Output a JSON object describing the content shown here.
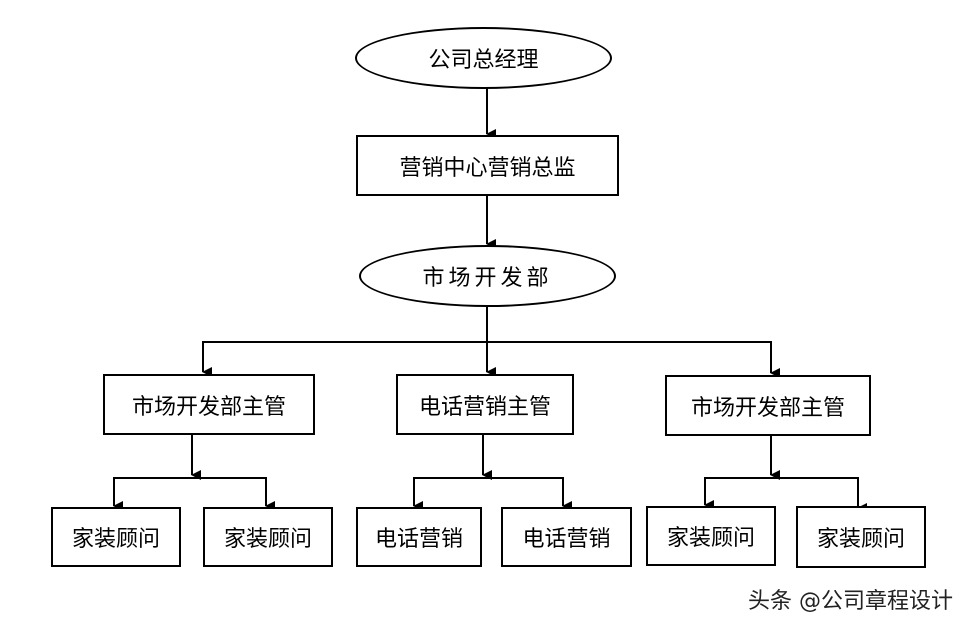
{
  "org_chart": {
    "root": {
      "label": "公司总经理"
    },
    "director": {
      "label": "营销中心营销总监"
    },
    "department": {
      "label": "市场开发部"
    },
    "supervisors": [
      {
        "label": "市场开发部主管",
        "staff": [
          {
            "label": "家装顾问"
          },
          {
            "label": "家装顾问"
          }
        ]
      },
      {
        "label": "电话营销主管",
        "staff": [
          {
            "label": "电话营销"
          },
          {
            "label": "电话营销"
          }
        ]
      },
      {
        "label": "市场开发部主管",
        "staff": [
          {
            "label": "家装顾问"
          },
          {
            "label": "家装顾问"
          }
        ]
      }
    ]
  },
  "watermark": "头条 @公司章程设计",
  "colors": {
    "line": "#000000",
    "fill": "#ffffff",
    "text": "#000000"
  }
}
